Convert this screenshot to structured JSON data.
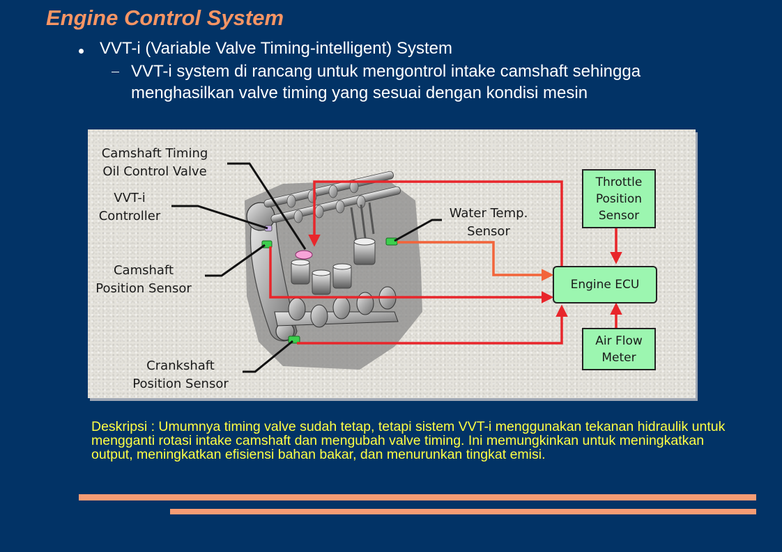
{
  "slide": {
    "title": "Engine Control System",
    "bullet_main": "VVT-i (Variable Valve Timing-intelligent) System",
    "bullet_sub": "VVT-i system di rancang untuk mengontrol intake camshaft sehingga menghasilkan valve timing yang sesuai dengan kondisi mesin"
  },
  "diagram": {
    "labels": {
      "camshaft_ocv": "Camshaft Timing\nOil Control Valve",
      "vvt_controller": "VVT-i\nController",
      "camshaft_sensor": "Camshaft\nPosition Sensor",
      "crankshaft_sensor": "Crankshaft\nPosition Sensor",
      "water_temp": "Water Temp.\nSensor"
    },
    "boxes": {
      "throttle": "Throttle\nPosition\nSensor",
      "ecu": "Engine ECU",
      "airflow": "Air Flow\nMeter"
    },
    "colors": {
      "signal_red": "#e8262b",
      "signal_orange": "#f2643a",
      "box_fill": "#9cf6b0"
    }
  },
  "description": "Deskripsi : Umumnya timing valve sudah tetap, tetapi sistem VVT-i menggunakan tekanan hidraulik untuk mengganti rotasi intake camshaft dan mengubah valve timing. Ini memungkinkan untuk meningkatkan output, meningkatkan efisiensi bahan bakar, dan menurunkan tingkat emisi."
}
